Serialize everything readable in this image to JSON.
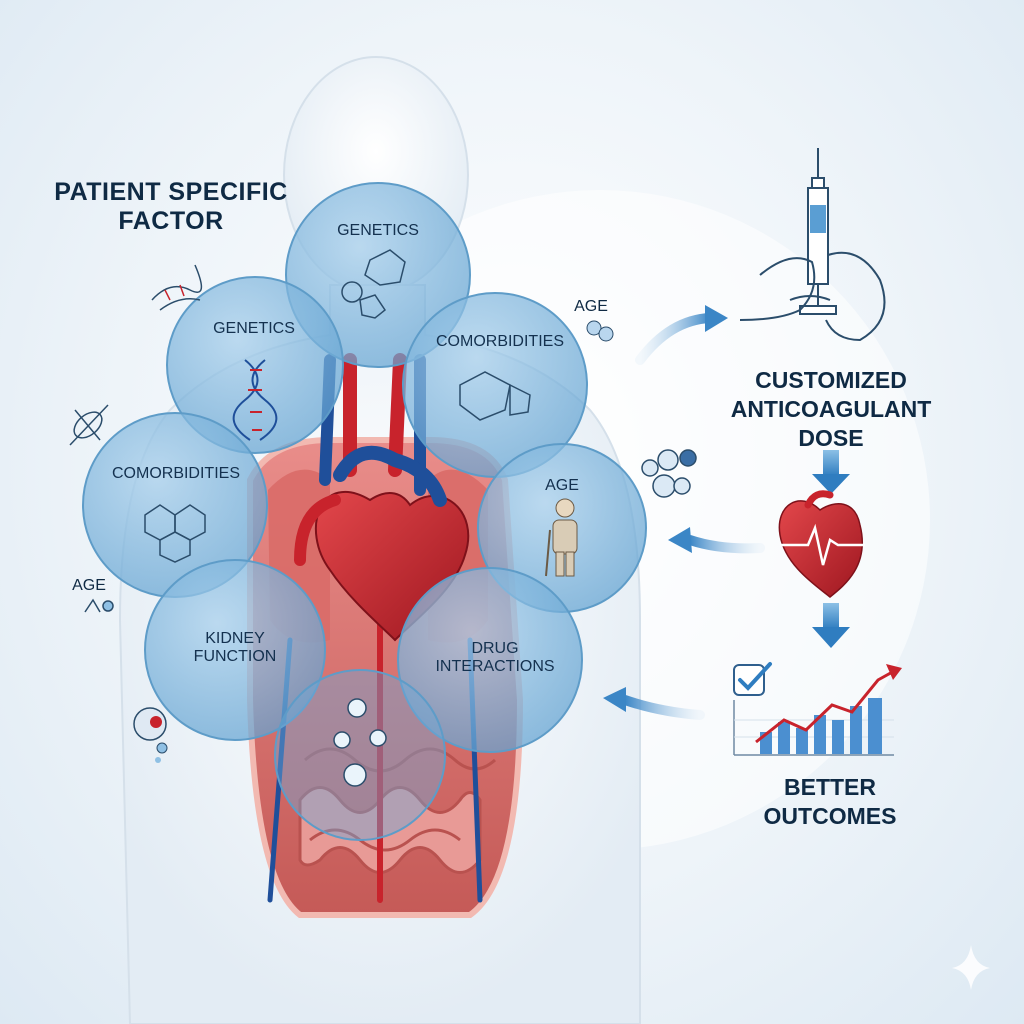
{
  "diagram": {
    "title": "PATIENT SPECIFIC\nFACTOR",
    "bubbles": [
      {
        "id": "genetics-top",
        "label": "GENETICS",
        "icon": "molecule-icon"
      },
      {
        "id": "genetics-left",
        "label": "GENETICS",
        "icon": "dna-icon"
      },
      {
        "id": "comorbidities-right",
        "label": "COMORBIDITIES",
        "icon": "molecule-icon"
      },
      {
        "id": "comorbidities-left",
        "label": "COMORBIDITIES",
        "icon": "molecule-icon"
      },
      {
        "id": "age-right",
        "label": "AGE",
        "icon": "elderly-person-icon"
      },
      {
        "id": "kidney",
        "label": "KIDNEY\nFUNCTION",
        "icon": "kidney-icon"
      },
      {
        "id": "drug",
        "label": "DRUG\nINTERACTIONS",
        "icon": "pill-icon"
      }
    ],
    "side_labels": [
      {
        "id": "age-top-right",
        "label": "AGE"
      },
      {
        "id": "age-left",
        "label": "AGE"
      }
    ],
    "flow": {
      "step1": "CUSTOMIZED\nANTICOAGULANT\nDOSE",
      "step2_icon": "heart-ecg-icon",
      "step3": "BETTER\nOUTCOMES",
      "step1_icon": "syringe-icon",
      "step3_icon": "chart-check-icon"
    },
    "colors": {
      "bubble_fill": "#7fb6dc",
      "bubble_stroke": "#5e9cc8",
      "heart_red": "#c8232c",
      "vessel_blue": "#1f4f9a",
      "text": "#0f2a44",
      "arrow_blue": "#3b86c6"
    }
  }
}
